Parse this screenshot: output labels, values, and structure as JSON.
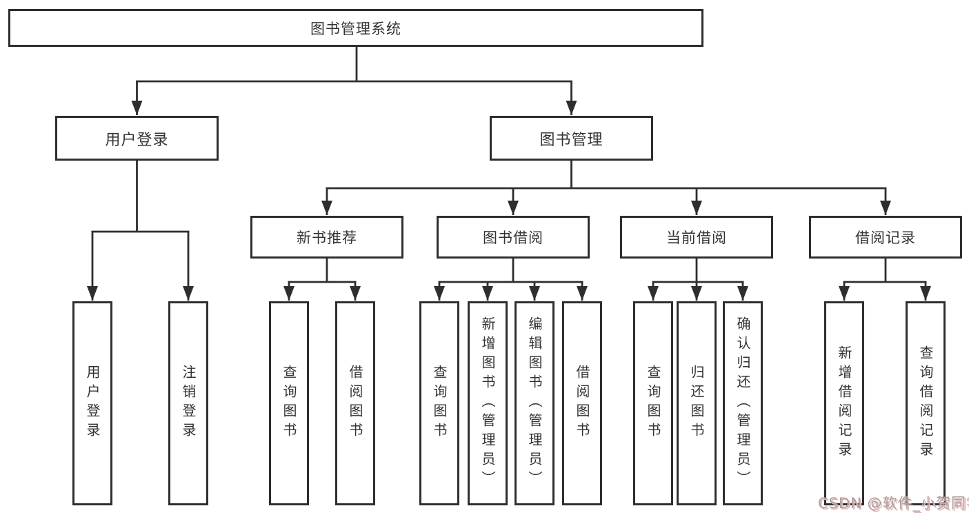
{
  "diagram": {
    "type": "functional-structure-tree",
    "title": "图书管理系统",
    "colors": {
      "background": "#ffffff",
      "box_border": "#2e2e2e",
      "line": "#2e2e2e",
      "text": "#333333",
      "watermark_gray": "#a3a3a3",
      "watermark_pink": "#f1b0b0"
    },
    "nodes": {
      "root": {
        "label": "图书管理系统"
      },
      "user_login": {
        "label": "用户登录"
      },
      "book_management": {
        "label": "图书管理"
      },
      "new_book_recommendation": {
        "label": "新书推荐"
      },
      "book_borrowing": {
        "label": "图书借阅"
      },
      "current_borrowing": {
        "label": "当前借阅"
      },
      "borrowing_records": {
        "label": "借阅记录"
      },
      "l_user_login": {
        "label": "用户登录"
      },
      "l_logout": {
        "label": "注销登录"
      },
      "l_query_books_1": {
        "label": "查询图书"
      },
      "l_borrow_books_1": {
        "label": "借阅图书"
      },
      "l_query_books_2": {
        "label": "查询图书"
      },
      "l_add_books_admin": {
        "label": "新增图书（管理员）"
      },
      "l_edit_books_admin": {
        "label": "编辑图书（管理员）"
      },
      "l_borrow_books_2": {
        "label": "借阅图书"
      },
      "l_query_books_3": {
        "label": "查询图书"
      },
      "l_return_books": {
        "label": "归还图书"
      },
      "l_confirm_return_admin": {
        "label": "确认归还（管理员）"
      },
      "l_add_borrow_record": {
        "label": "新增借阅记录"
      },
      "l_query_borrow_record": {
        "label": "查询借阅记录"
      }
    },
    "hierarchy": {
      "图书管理系统": {
        "用户登录": [
          "用户登录",
          "注销登录"
        ],
        "图书管理": {
          "新书推荐": [
            "查询图书",
            "借阅图书"
          ],
          "图书借阅": [
            "查询图书",
            "新增图书（管理员）",
            "编辑图书（管理员）",
            "借阅图书"
          ],
          "当前借阅": [
            "查询图书",
            "归还图书",
            "确认归还（管理员）"
          ],
          "借阅记录": [
            "新增借阅记录",
            "查询借阅记录"
          ]
        }
      }
    }
  },
  "watermark": {
    "text": "CSDN @软件_小贺同学"
  }
}
